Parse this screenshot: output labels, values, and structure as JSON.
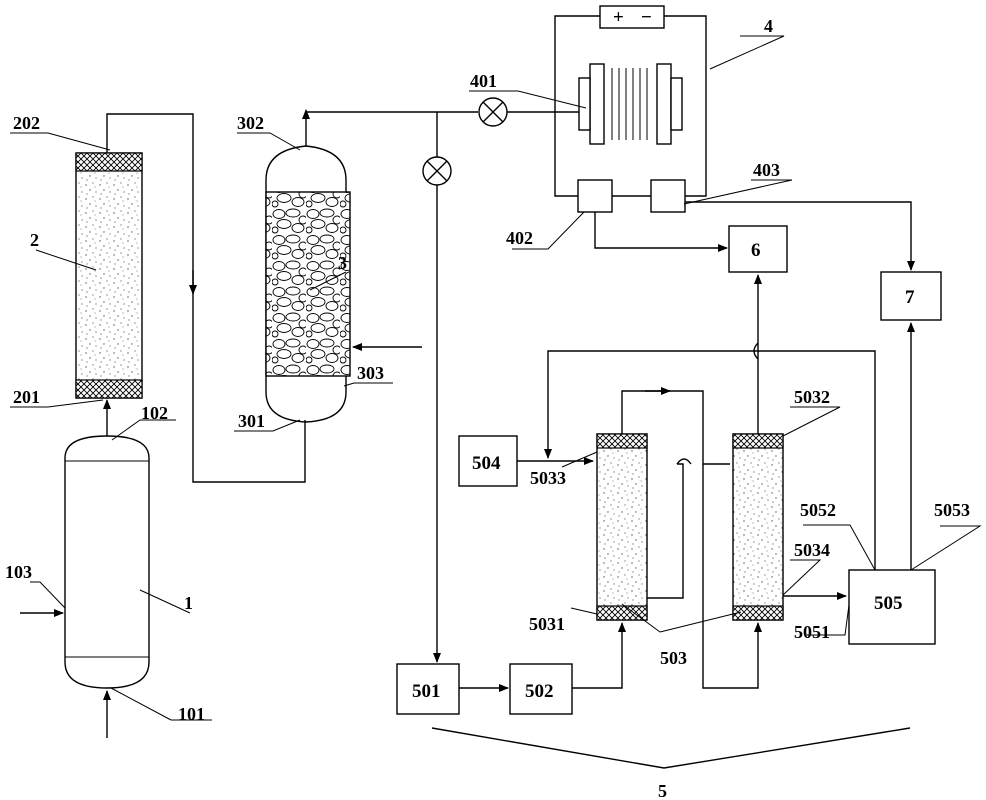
{
  "labels": {
    "l1": "1",
    "l101": "101",
    "l102": "102",
    "l103": "103",
    "l2": "2",
    "l201": "201",
    "l202": "202",
    "l3": "3",
    "l301": "301",
    "l302": "302",
    "l303": "303",
    "l4": "4",
    "l401": "401",
    "l402": "402",
    "l403": "403",
    "l5": "5",
    "l501": "501",
    "l502": "502",
    "l503": "503",
    "l504": "504",
    "l505": "505",
    "l5031": "5031",
    "l5032": "5032",
    "l5033": "5033",
    "l5034": "5034",
    "l5051": "5051",
    "l5052": "5052",
    "l5053": "5053",
    "l6": "6",
    "l7": "7"
  },
  "battery": {
    "plus": "+",
    "minus": "−"
  }
}
